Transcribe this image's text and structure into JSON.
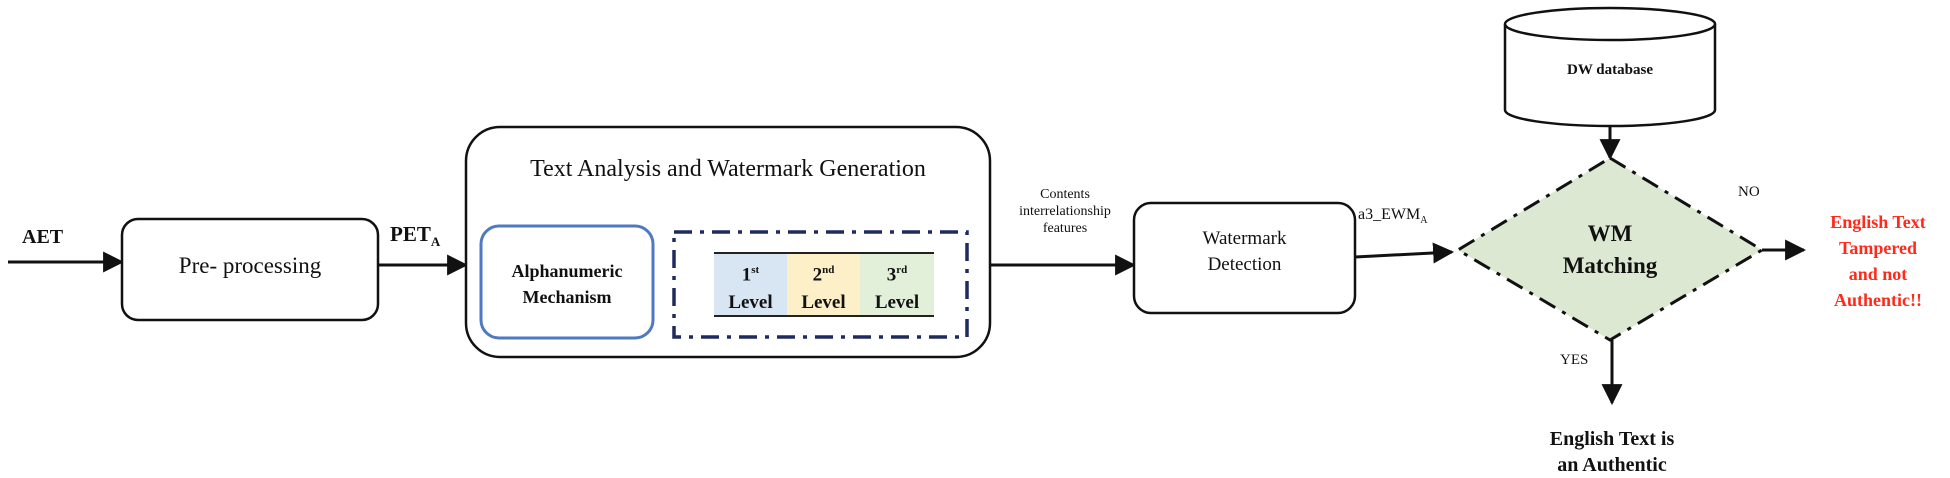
{
  "input_label": "AET",
  "preprocessing_label": "Pre- processing",
  "pet_label": {
    "main": "PET",
    "sub": "A"
  },
  "tawg_title": "Text Analysis and Watermark Generation",
  "alphanumeric": {
    "line1": "Alphanumeric",
    "line2": "Mechanism"
  },
  "levels": [
    {
      "num": "1",
      "sup": "st",
      "label": "Level",
      "fill": "#d8e6f4"
    },
    {
      "num": "2",
      "sup": "nd",
      "label": "Level",
      "fill": "#fdf0c8"
    },
    {
      "num": "3",
      "sup": "rd",
      "label": "Level",
      "fill": "#e2efd9"
    }
  ],
  "features_label": {
    "line1": "Contents",
    "line2": "interrelationship",
    "line3": "features"
  },
  "detection": {
    "line1": "Watermark",
    "line2": "Detection"
  },
  "ewm_label": {
    "main": "a3_EWM",
    "sub": "A"
  },
  "database_label": "DW database",
  "matching": {
    "line1": "WM",
    "line2": "Matching",
    "fill": "#dce8d2"
  },
  "no_label": "NO",
  "yes_label": "YES",
  "tampered": {
    "line1": "English Text",
    "line2": "Tampered",
    "line3": "and not",
    "line4": "Authentic!!",
    "color": "#ff2a1a"
  },
  "authentic": {
    "line1": "English Text is",
    "line2": "an Authentic"
  },
  "colors": {
    "alphanumeric_border": "#4f7ac2",
    "levels_border": "#1f2a5e"
  }
}
